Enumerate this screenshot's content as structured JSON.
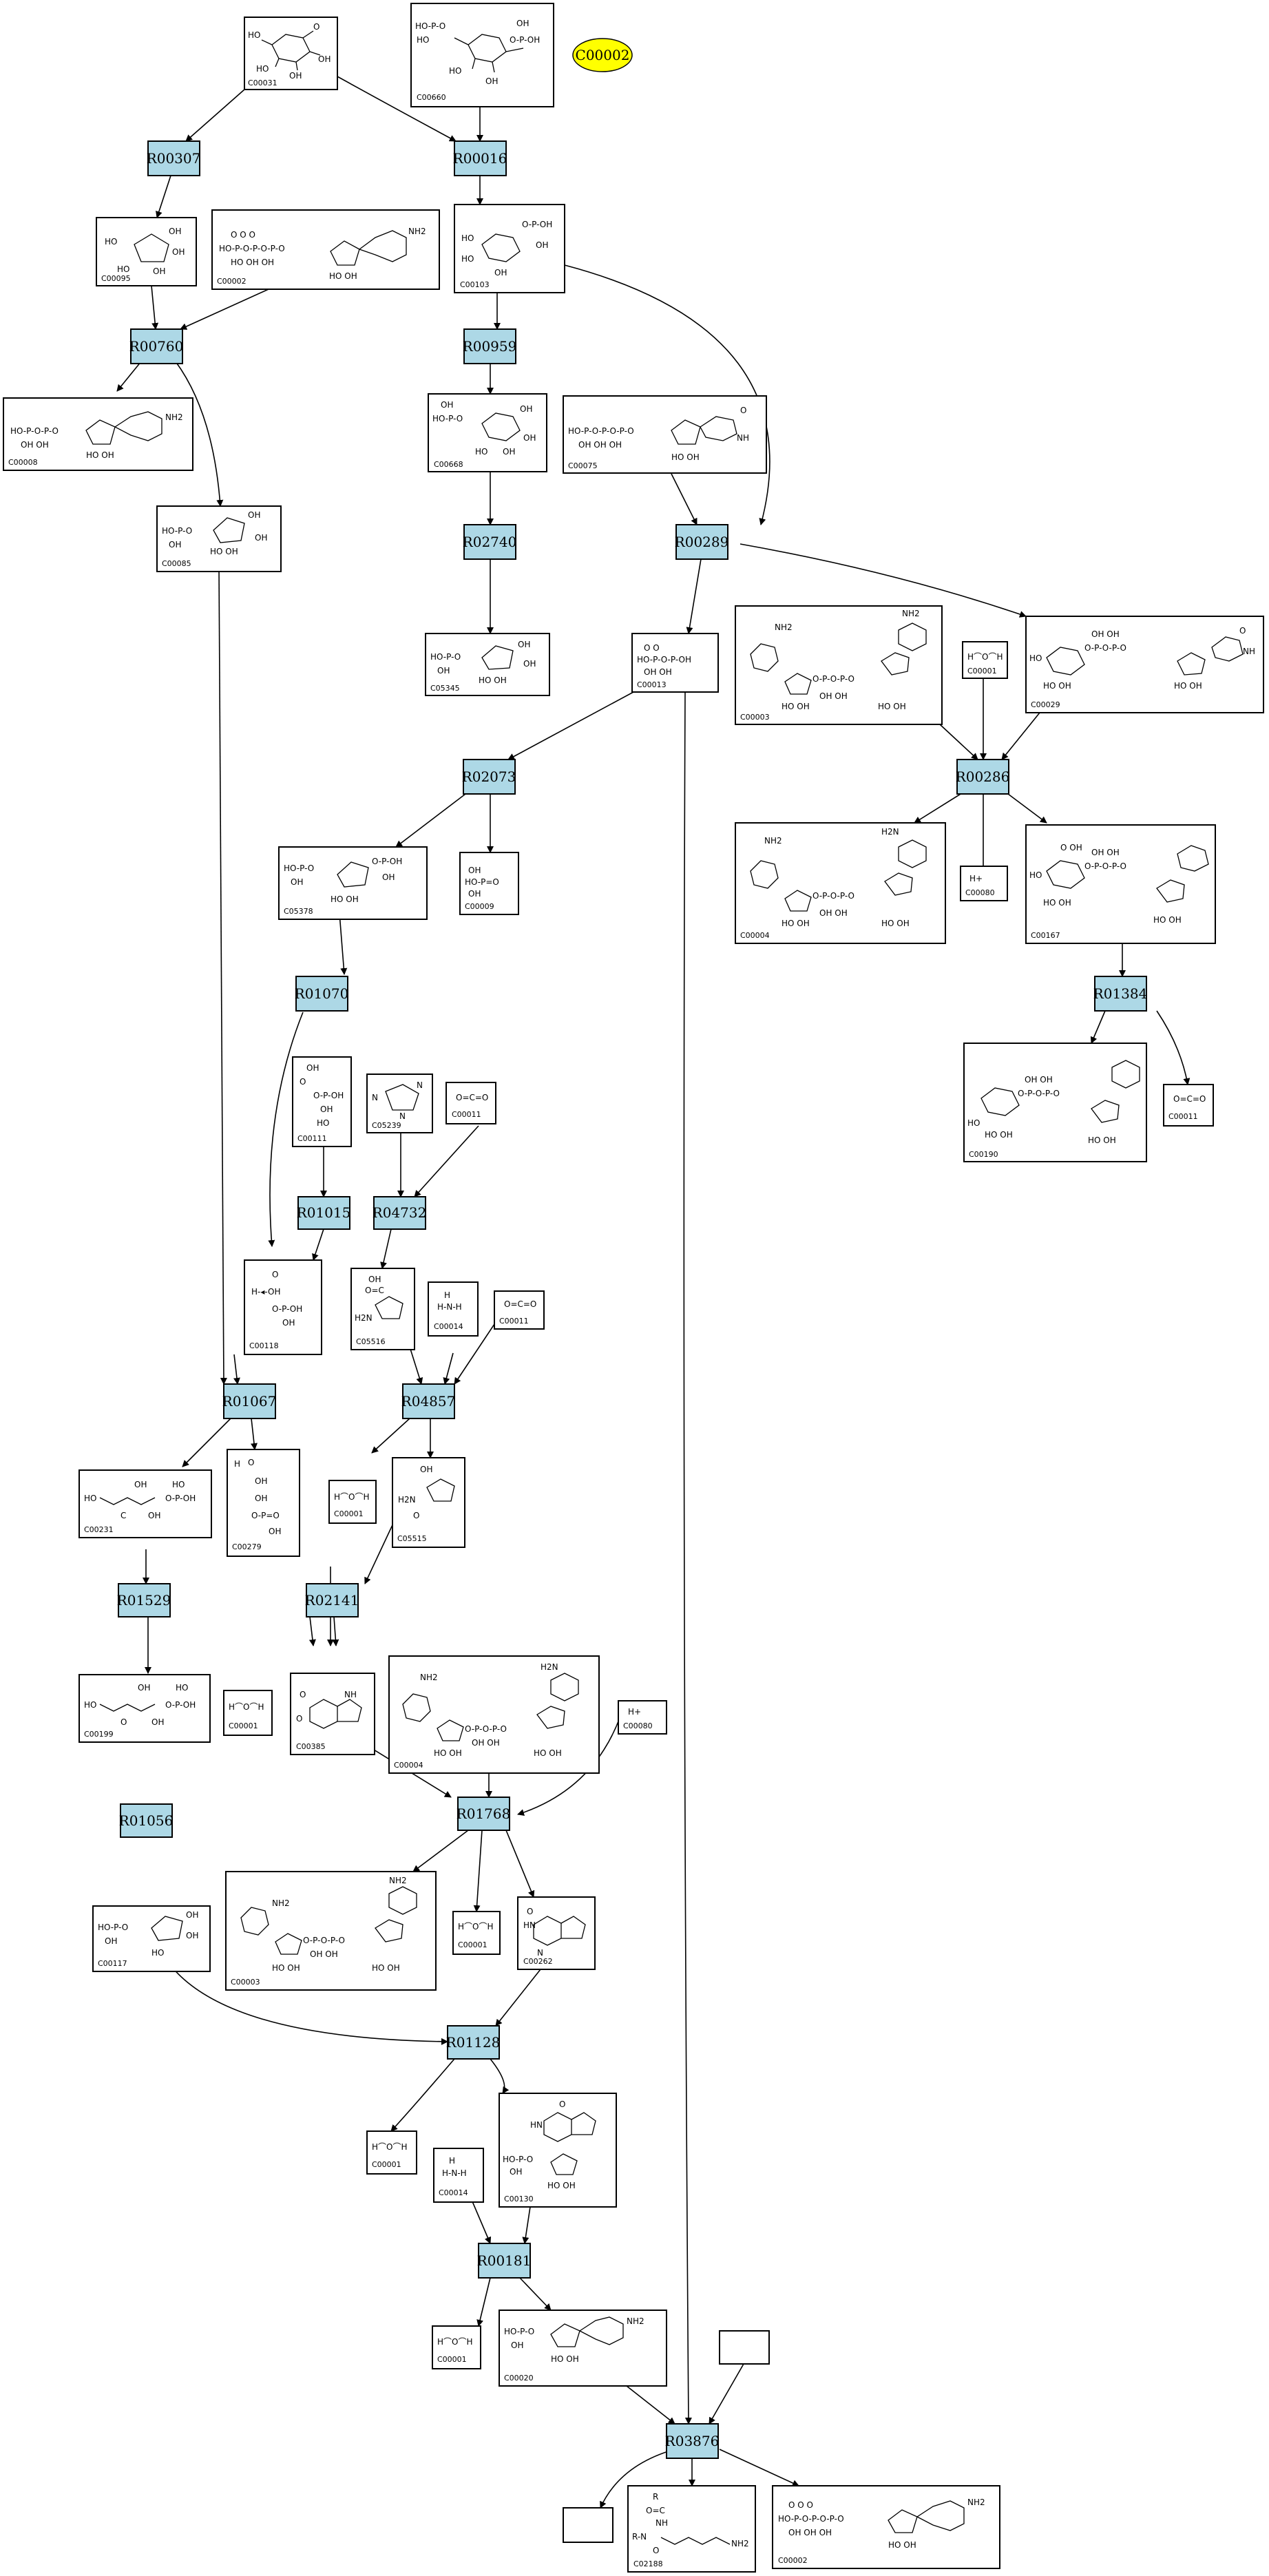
{
  "reactions": {
    "R00307": "R00307",
    "R00016": "R00016",
    "R00760": "R00760",
    "R00959": "R00959",
    "R02740": "R02740",
    "R00289": "R00289",
    "R02073": "R02073",
    "R00286": "R00286",
    "R01070": "R01070",
    "R01384": "R01384",
    "R01015": "R01015",
    "R04732": "R04732",
    "R01067": "R01067",
    "R04857": "R04857",
    "R01529": "R01529",
    "R02141": "R02141",
    "R01056": "R01056",
    "R01768": "R01768",
    "R01128": "R01128",
    "R00181": "R00181",
    "R03876": "R03876"
  },
  "compounds": {
    "c1": "C00031",
    "c2": "C00660",
    "c3": "C00095",
    "c4": "C00002",
    "c5": "C00103",
    "c6": "C00008",
    "c7": "C00668",
    "c8": "C00075",
    "c9": "C00085",
    "c10": "C05345",
    "c11": "C00013",
    "c12": "C00003",
    "c13": "C00001",
    "c14": "C00029",
    "c15": "C05378",
    "c16": "C00009",
    "c17": "C00004",
    "c18": "C00080",
    "c19": "C00167",
    "c20": "C00111",
    "c21": "C05239",
    "c22": "C00011",
    "c23": "C00190",
    "c24": "C00011",
    "c25": "C00118",
    "c26": "C05516",
    "c27": "C00014",
    "c28": "C00011",
    "c29": "C00231",
    "c30": "C00279",
    "c31": "C00001",
    "c32": "C05515",
    "c33": "C00199",
    "c34": "C00001",
    "c35": "C00385",
    "c36": "C00004",
    "c37": "C00080",
    "c38": "C00117",
    "c39": "C00003",
    "c40": "C00001",
    "c41": "C00262",
    "c42": "C00001",
    "c43": "C00014",
    "c44": "C00130",
    "c45": "C00001",
    "c46": "C00020",
    "c47": "C02188",
    "c48": "C00002"
  },
  "highlight": {
    "label": "C00002",
    "color": "#ffff00"
  },
  "colors": {
    "reaction_fill": "#add8e6"
  }
}
